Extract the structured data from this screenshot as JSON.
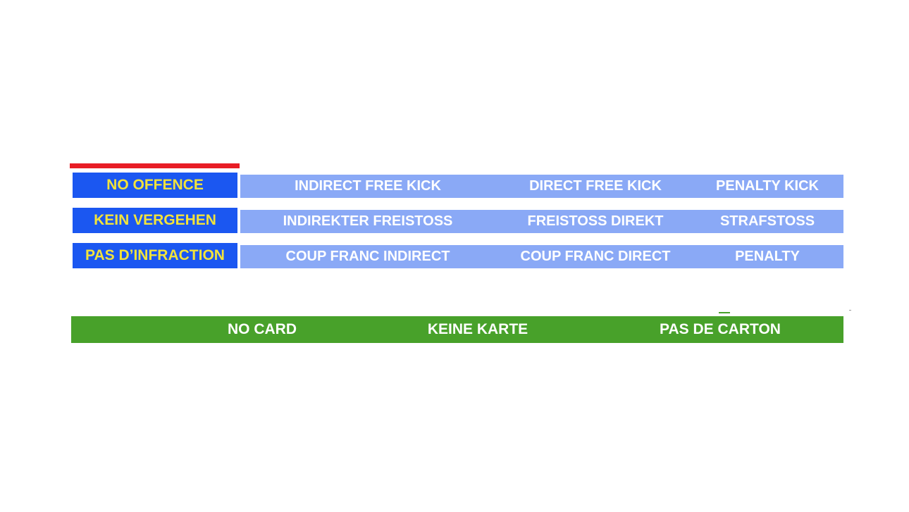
{
  "slide": {
    "colors": {
      "dark_blue": "#1b57f1",
      "light_blue": "#8aa9f6",
      "yellow_text": "#f2e33b",
      "green": "#48a12a",
      "red": "#e81d25",
      "white_text": "#ffffff",
      "background": "#ffffff"
    },
    "sanctions_table": {
      "rows": [
        {
          "left": "NO OFFENCE",
          "cells": [
            "INDIRECT FREE KICK",
            "DIRECT FREE KICK",
            "PENALTY KICK"
          ]
        },
        {
          "left": "KEIN VERGEHEN",
          "cells": [
            "INDIREKTER FREISTOSS",
            "FREISTOSS DIREKT",
            "STRAFSTOSS"
          ]
        },
        {
          "left": "PAS D’INFRACTION",
          "cells": [
            "COUP FRANC INDIRECT",
            "COUP FRANC DIRECT",
            "PENALTY"
          ]
        }
      ]
    },
    "card_bar": {
      "labels": [
        "NO CARD",
        "KEINE KARTE",
        "PAS DE CARTON"
      ]
    }
  }
}
